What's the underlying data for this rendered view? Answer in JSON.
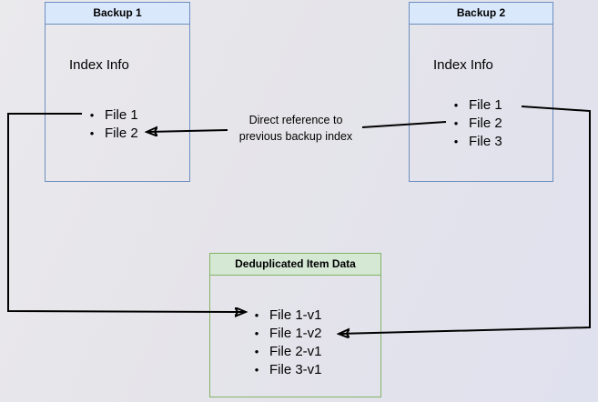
{
  "glyphs": {
    "bullet": "•"
  },
  "colors": {
    "blue_fill": "#dae8fc",
    "blue_border": "#6c8ebf",
    "green_fill": "#d5e8d4",
    "green_border": "#82b366",
    "arrow": "#000000"
  },
  "boxes": {
    "backup1": {
      "title": "Backup 1",
      "subtitle": "Index Info",
      "files": [
        "File 1",
        "File 2"
      ]
    },
    "backup2": {
      "title": "Backup 2",
      "subtitle": "Index Info",
      "files": [
        "File 1",
        "File 2",
        "File 3"
      ]
    },
    "dedup": {
      "title": "Deduplicated Item Data",
      "files": [
        "File 1-v1",
        "File 1-v2",
        "File 2-v1",
        "File 3-v1"
      ]
    }
  },
  "annotation": {
    "line1": "Direct reference to",
    "line2": "previous backup index"
  }
}
